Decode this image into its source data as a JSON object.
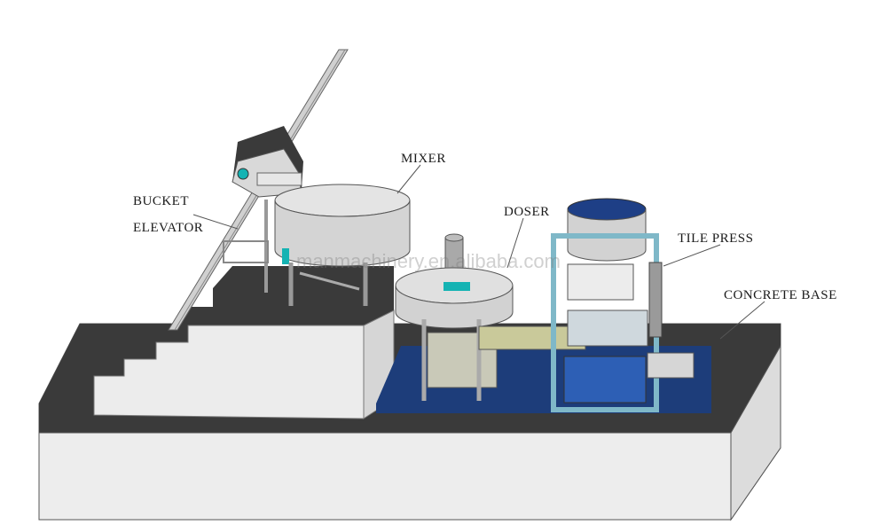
{
  "labels": {
    "bucket": "BUCKET",
    "elevator": "ELEVATOR",
    "mixer": "MIXER",
    "doser": "DOSER",
    "tile_press": "TILE PRESS",
    "concrete_base": "CONCRETE BASE"
  },
  "watermark": "manmachinery.en.alibaba.com",
  "colors": {
    "platform_top": "#3a3a3a",
    "platform_front": "#ededed",
    "floor_blue": "#1d3d7a",
    "tank_grey": "#d4d4d4",
    "press_frame": "#7fb8c8",
    "press_lid": "#1e3f86",
    "accent_teal": "#14b3b3"
  }
}
